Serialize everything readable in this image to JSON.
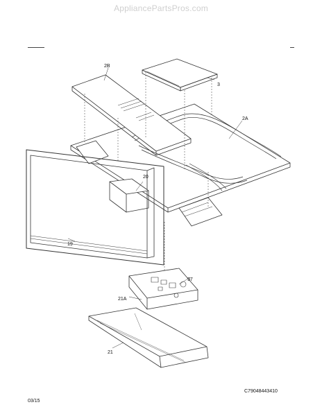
{
  "watermark": "AppliancePartsPros.com",
  "callouts": {
    "c2B": "2B",
    "c3": "3",
    "c2A": "2A",
    "c20": "20",
    "c19": "19",
    "c97": "97",
    "c21A": "21A",
    "c21": "21"
  },
  "footer": {
    "diagram_code": "C79048443410",
    "date": "03/15"
  }
}
